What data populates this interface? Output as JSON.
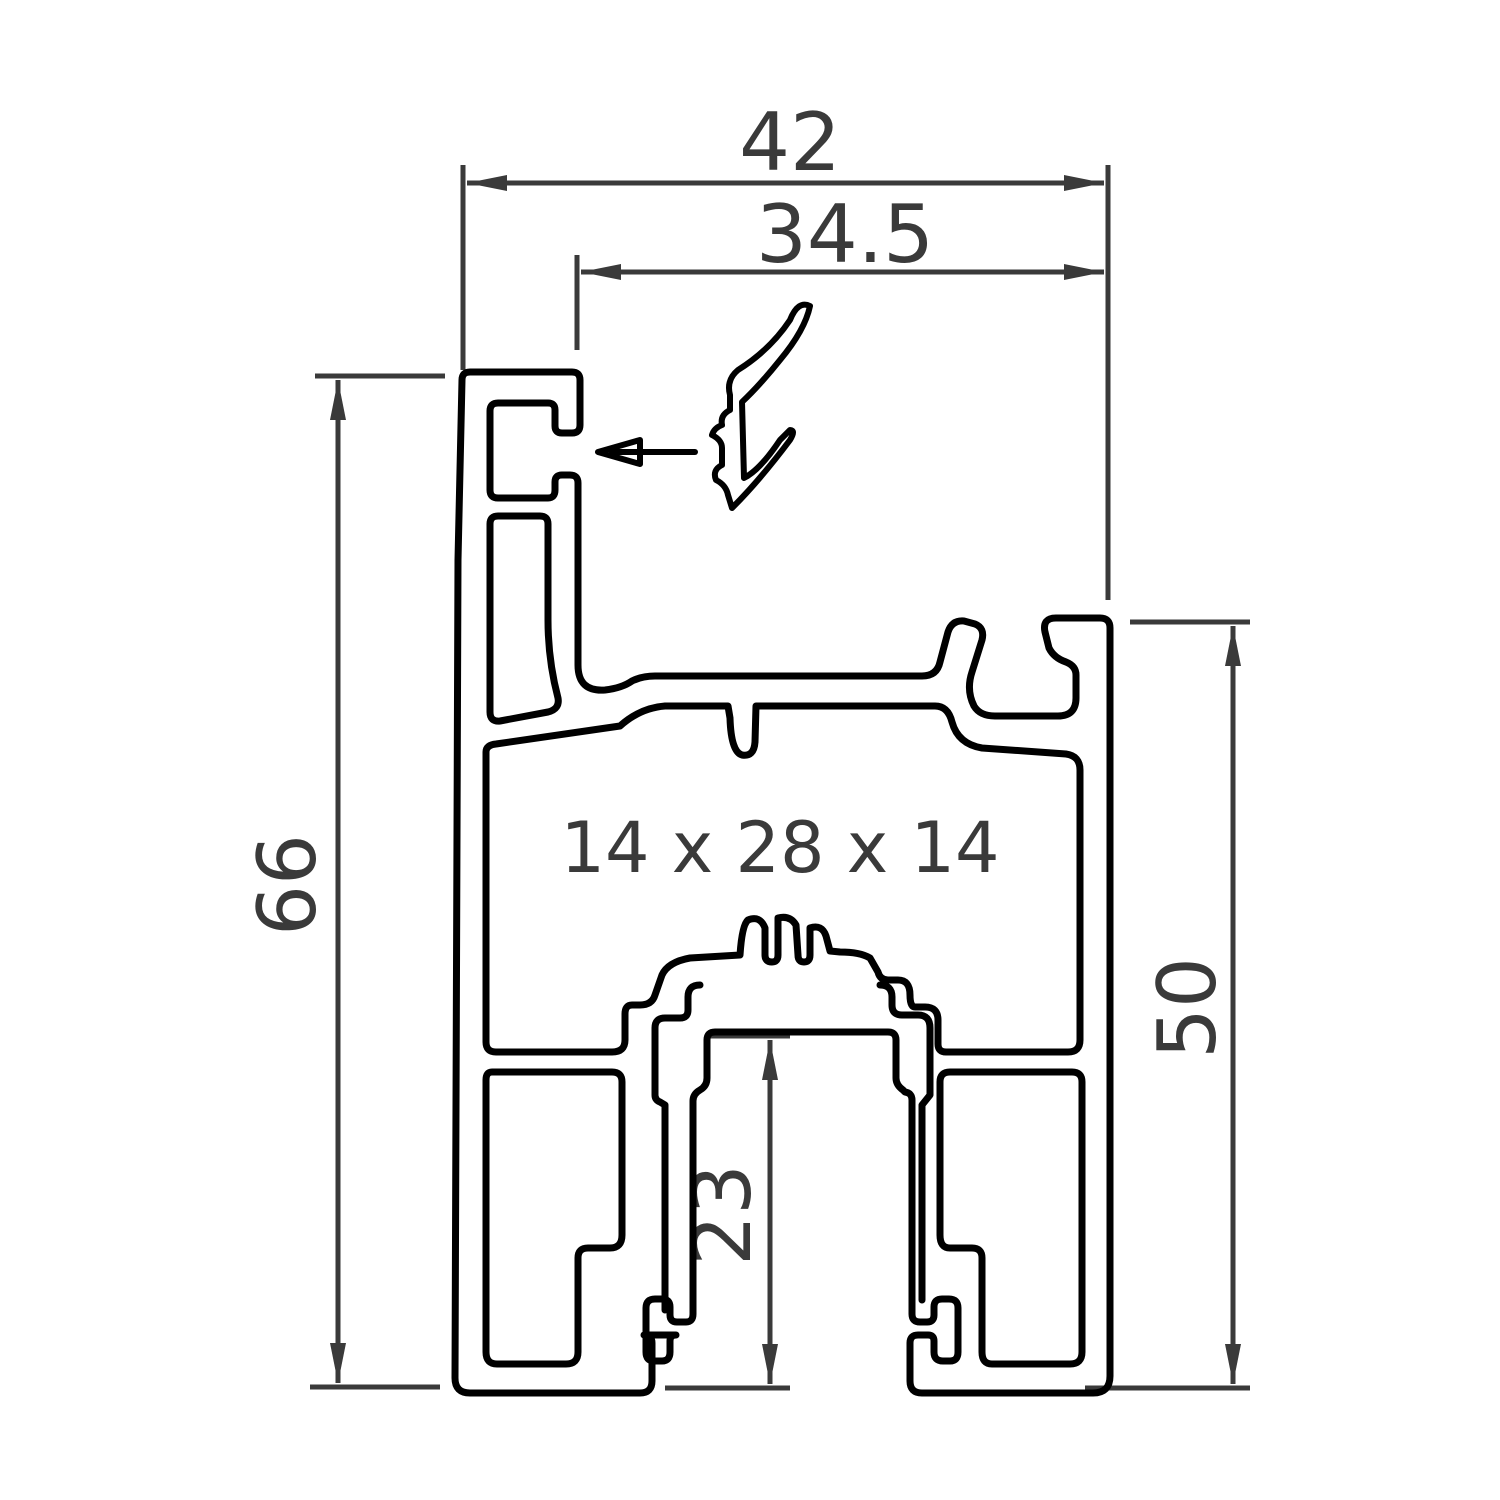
{
  "dimensions": {
    "overall_width": "42",
    "inner_width": "34.5",
    "overall_height": "66",
    "right_height": "50",
    "slot_depth": "23"
  },
  "chamber_label": "14 x 28 x 14",
  "colors": {
    "profile_stroke": "#000000",
    "dimension_line": "#3a3a3a",
    "background": "#ffffff"
  }
}
